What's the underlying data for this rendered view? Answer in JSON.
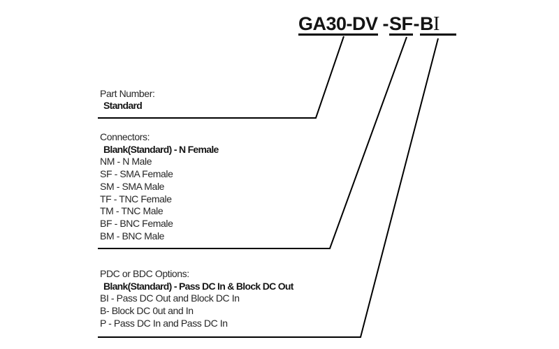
{
  "title": {
    "part1": "GA30-DV",
    "hyphen1": "-",
    "part2": "SF",
    "hyphen2": "-",
    "part3_main": "B",
    "part3_serif": "I"
  },
  "part_number": {
    "heading": "Part Number:",
    "standard": "Standard"
  },
  "connectors": {
    "heading": "Connectors:",
    "standard": "Blank(Standard) - N Female",
    "options": [
      "NM - N Male",
      "SF - SMA Female",
      "SM - SMA Male",
      "TF - TNC Female",
      "TM - TNC Male",
      "BF - BNC Female",
      "BM - BNC Male"
    ]
  },
  "dc_options": {
    "heading": "PDC or BDC Options:",
    "standard": "Blank(Standard) - Pass DC In & Block DC Out",
    "options": [
      "BI - Pass DC Out and Block DC In",
      "B- Block DC 0ut and In",
      "P - Pass DC In and Pass DC In"
    ]
  },
  "colors": {
    "background": "#ffffff",
    "text": "#262626",
    "line": "#000000"
  }
}
